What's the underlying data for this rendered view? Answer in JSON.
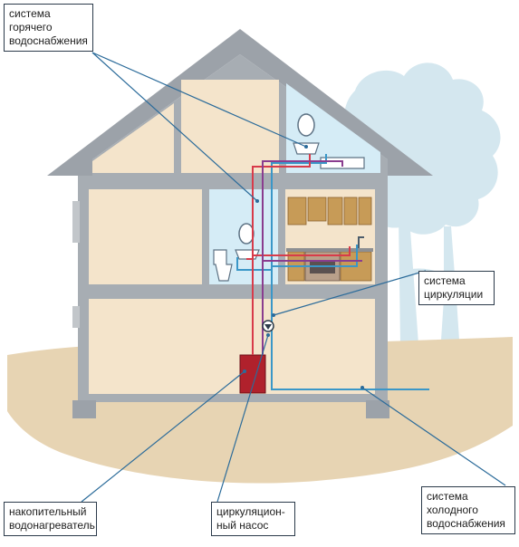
{
  "labels": {
    "hot_water": [
      "система",
      "горячего",
      "водоснабжения"
    ],
    "circulation": [
      "система",
      "циркуляции"
    ],
    "heater": [
      "накопительный",
      "водонагреватель"
    ],
    "pump": [
      "циркуляцион-",
      "ный насос"
    ],
    "cold_water": [
      "система",
      "холодного",
      "водоснабжения"
    ]
  },
  "colors": {
    "wall": "#a7adb3",
    "roof": "#9ca2a9",
    "room": "#f4e4cb",
    "bath_room": "#d5ecf6",
    "ground": "#e7d4b3",
    "tree": "#d4e7ef",
    "hot_pipe": "#d83b4a",
    "cold_pipe": "#3a97c8",
    "circ_pipe": "#8a3d8f",
    "heater": "#b0212c",
    "cabinet": "#c79b57",
    "leader": "#2b6b9a"
  }
}
